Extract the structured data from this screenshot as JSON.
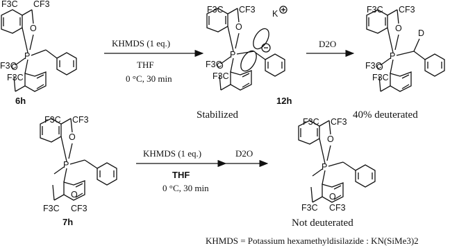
{
  "compounds": {
    "c6h": {
      "label": "6h"
    },
    "c12h": {
      "label": "12h",
      "caption": "Stabilized"
    },
    "prod1": {
      "caption": "40% deuterated"
    },
    "c7h": {
      "label": "7h"
    },
    "prod2": {
      "caption": "Not deuterated"
    }
  },
  "atoms": {
    "F3C": "F3C",
    "CF3": "CF3",
    "O": "O",
    "P": "P",
    "D": "D",
    "K": "K"
  },
  "arrows": {
    "a1": {
      "above": "KHMDS (1 eq.)",
      "below1": "THF",
      "below2": "0 °C, 30 min"
    },
    "a2": {
      "above": "D2O"
    },
    "a3": {
      "above": "KHMDS (1 eq.)",
      "below1": "THF",
      "below2": "0 °C, 30 min"
    },
    "a4": {
      "above": "D2O"
    }
  },
  "footnote": "KHMDS = Potassium hexamethyldisilazide : KN(SiMe3)2"
}
